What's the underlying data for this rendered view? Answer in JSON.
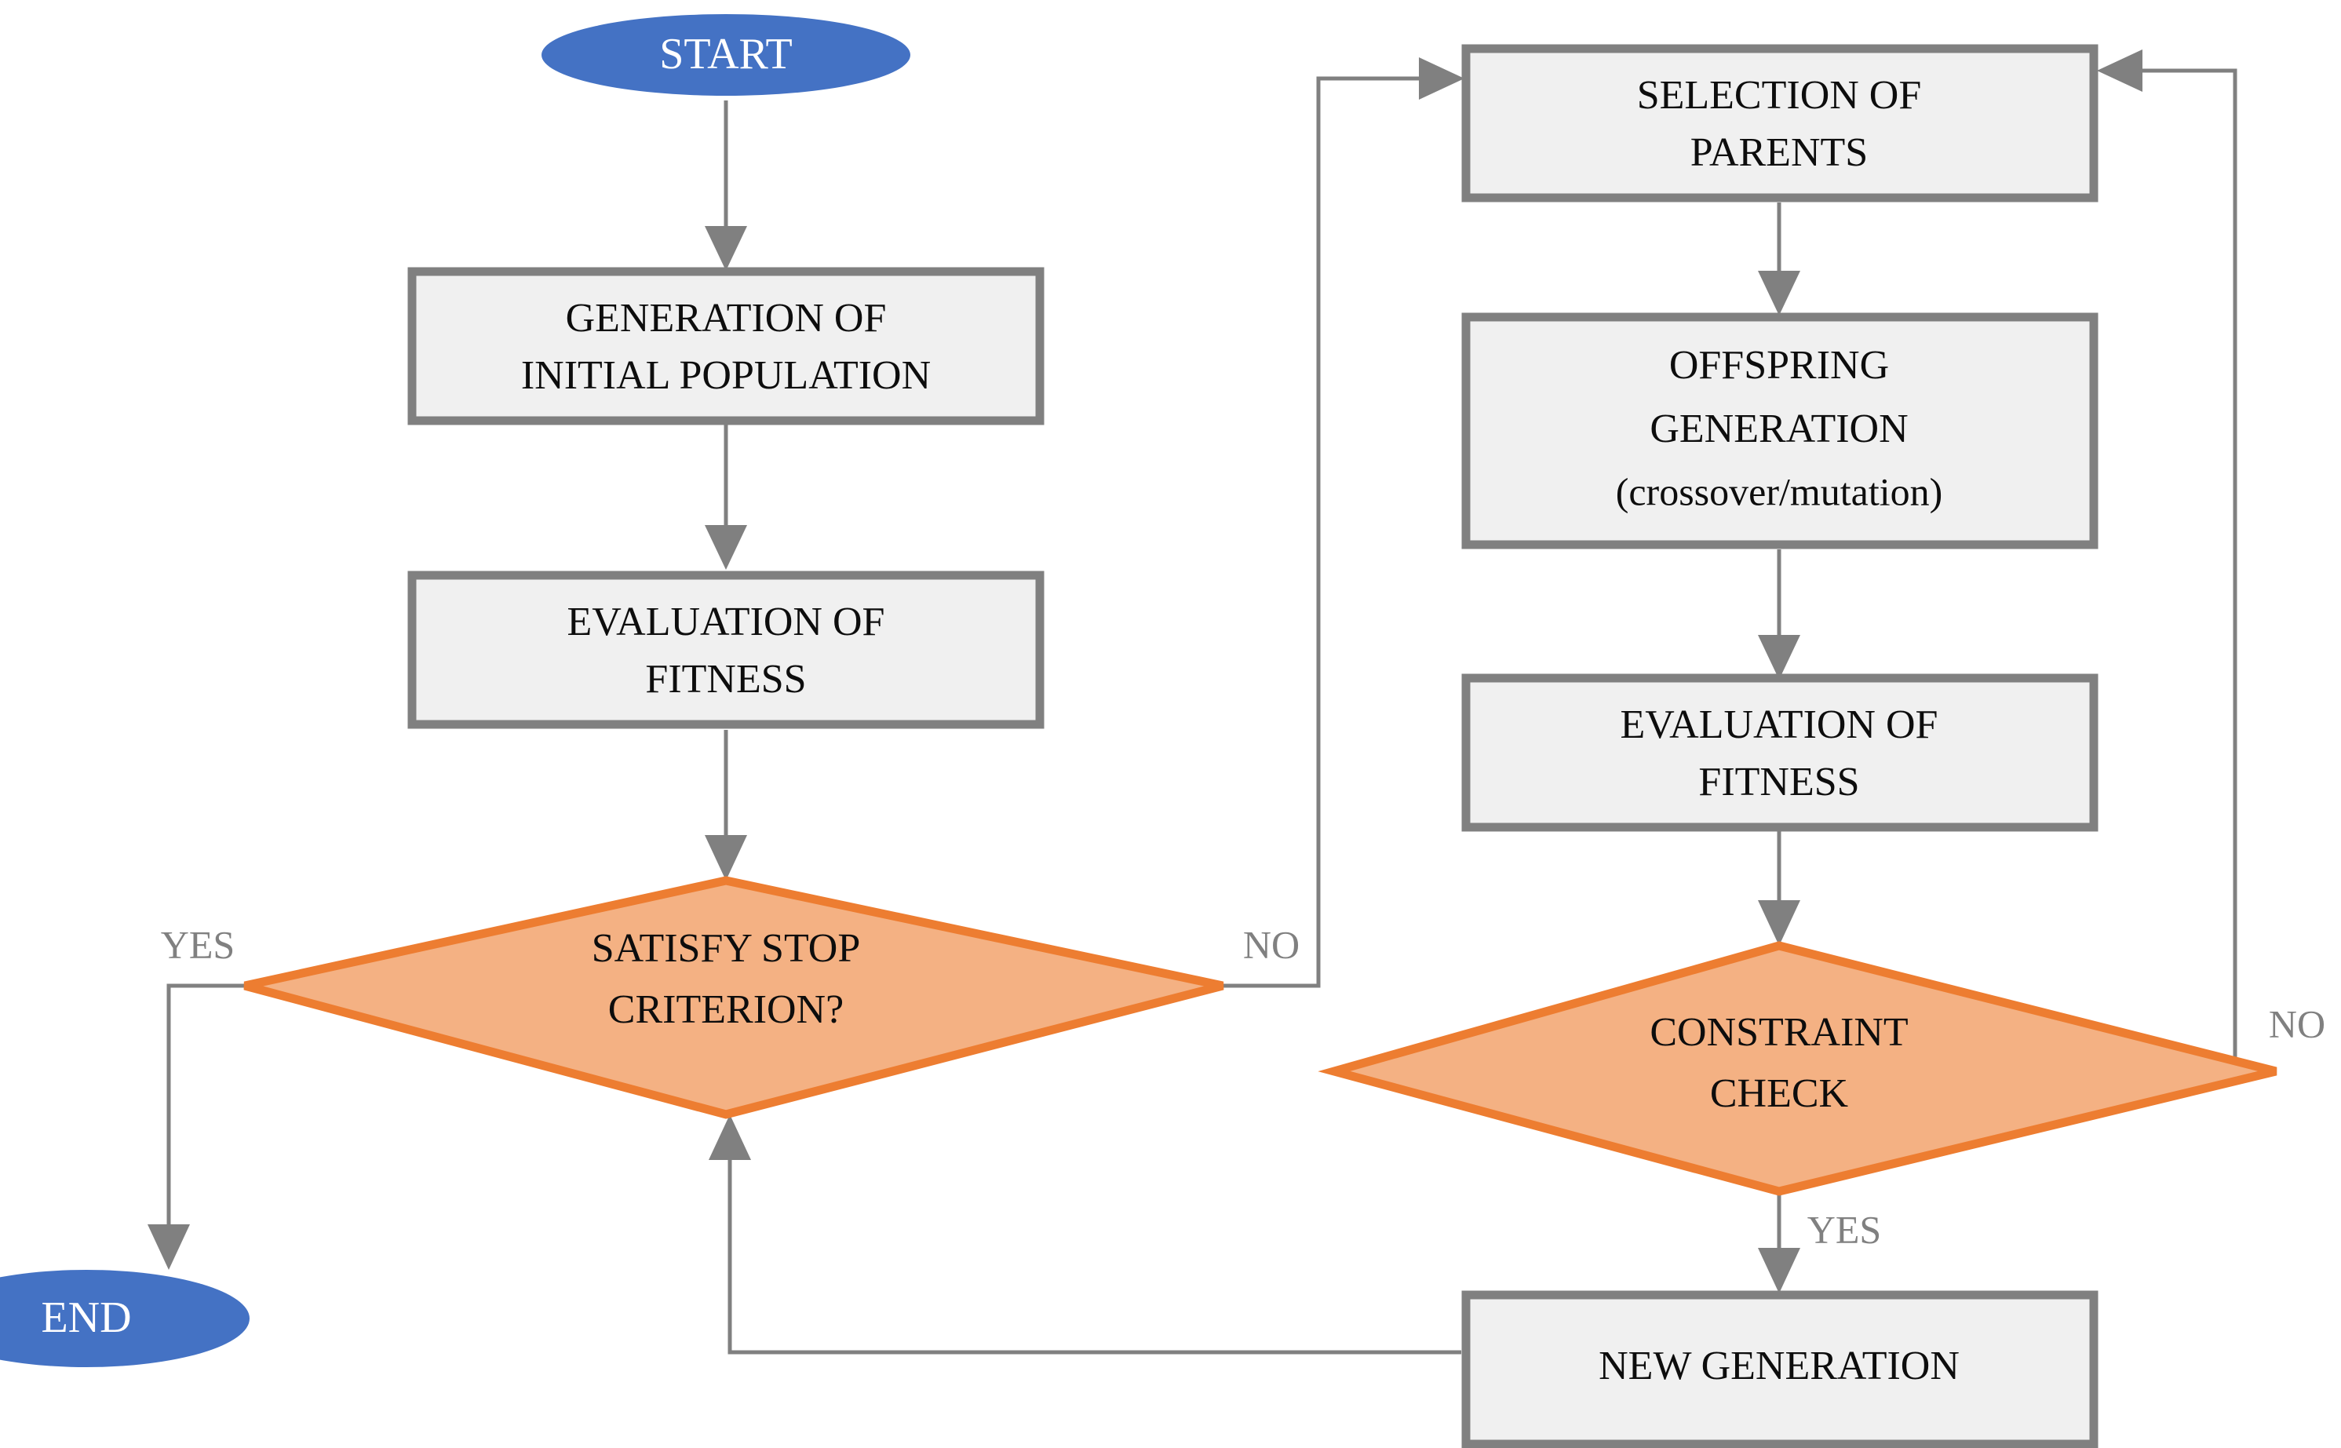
{
  "diagram": {
    "title": "Genetic Algorithm Flowchart",
    "colors": {
      "terminal_fill": "#4472C4",
      "terminal_text": "#FFFFFF",
      "process_fill": "#F0F0F0",
      "process_border": "#808080",
      "decision_fill": "#F4B183",
      "decision_border": "#ED7D31",
      "connector": "#808080",
      "label_text": "#808080",
      "body_text": "#0D0D0D",
      "background": "#FFFFFF"
    },
    "nodes": [
      {
        "id": "start",
        "shape": "ellipse",
        "lines": [
          "START"
        ]
      },
      {
        "id": "generation-initial-population",
        "shape": "rectangle",
        "lines": [
          "GENERATION  OF",
          "INITIAL  POPULATION"
        ]
      },
      {
        "id": "evaluation-of-fitness-left",
        "shape": "rectangle",
        "lines": [
          "EVALUATION  OF",
          "FITNESS"
        ]
      },
      {
        "id": "satisfy-stop-criterion",
        "shape": "diamond",
        "lines": [
          "SATISFY  STOP",
          "CRITERION?"
        ]
      },
      {
        "id": "end",
        "shape": "ellipse",
        "lines": [
          "END"
        ]
      },
      {
        "id": "selection-of-parents",
        "shape": "rectangle",
        "lines": [
          "SELECTION  OF",
          "PARENTS"
        ]
      },
      {
        "id": "offspring-generation",
        "shape": "rectangle",
        "lines": [
          "OFFSPRING",
          "GENERATION",
          "(crossover/mutation)"
        ]
      },
      {
        "id": "evaluation-of-fitness-right",
        "shape": "rectangle",
        "lines": [
          "EVALUATION  OF",
          "FITNESS"
        ]
      },
      {
        "id": "constraint-check",
        "shape": "diamond",
        "lines": [
          "CONSTRAINT",
          "CHECK"
        ]
      },
      {
        "id": "new-generation",
        "shape": "rectangle",
        "lines": [
          "NEW GENERATION"
        ]
      }
    ],
    "node_text": {
      "start": "START",
      "gen_init_pop_l1": "GENERATION  OF",
      "gen_init_pop_l2": "INITIAL  POPULATION",
      "eval_fit_left_l1": "EVALUATION  OF",
      "eval_fit_left_l2": "FITNESS",
      "satisfy_stop_l1": "SATISFY  STOP",
      "satisfy_stop_l2": "CRITERION?",
      "end": "END",
      "selection_parents_l1": "SELECTION  OF",
      "selection_parents_l2": "PARENTS",
      "offspring_l1": "OFFSPRING",
      "offspring_l2": "GENERATION",
      "offspring_l3": "(crossover/mutation)",
      "eval_fit_right_l1": "EVALUATION  OF",
      "eval_fit_right_l2": "FITNESS",
      "constraint_check_l1": "CONSTRAINT",
      "constraint_check_l2": "CHECK",
      "new_generation": "NEW GENERATION"
    },
    "edge_labels": {
      "stop_yes": "YES",
      "stop_no": "NO",
      "constraint_no": "NO",
      "constraint_yes": "YES"
    },
    "edges": [
      {
        "id": "start-to-generation",
        "from": "start",
        "to": "generation-initial-population",
        "label": ""
      },
      {
        "id": "generation-to-evaluation",
        "from": "generation-initial-population",
        "to": "evaluation-of-fitness-left",
        "label": ""
      },
      {
        "id": "evaluation-to-stop",
        "from": "evaluation-of-fitness-left",
        "to": "satisfy-stop-criterion",
        "label": ""
      },
      {
        "id": "stop-yes-to-end",
        "from": "satisfy-stop-criterion",
        "to": "end",
        "label": "YES"
      },
      {
        "id": "stop-no-to-selection",
        "from": "satisfy-stop-criterion",
        "to": "selection-of-parents",
        "label": "NO"
      },
      {
        "id": "selection-to-offspring",
        "from": "selection-of-parents",
        "to": "offspring-generation",
        "label": ""
      },
      {
        "id": "offspring-to-evaluation",
        "from": "offspring-generation",
        "to": "evaluation-of-fitness-right",
        "label": ""
      },
      {
        "id": "evaluation-to-constraint",
        "from": "evaluation-of-fitness-right",
        "to": "constraint-check",
        "label": ""
      },
      {
        "id": "constraint-no-to-selection",
        "from": "constraint-check",
        "to": "selection-of-parents",
        "label": "NO"
      },
      {
        "id": "constraint-yes-to-new-generation",
        "from": "constraint-check",
        "to": "new-generation",
        "label": "YES"
      },
      {
        "id": "new-generation-to-stop",
        "from": "new-generation",
        "to": "satisfy-stop-criterion",
        "label": ""
      }
    ]
  }
}
